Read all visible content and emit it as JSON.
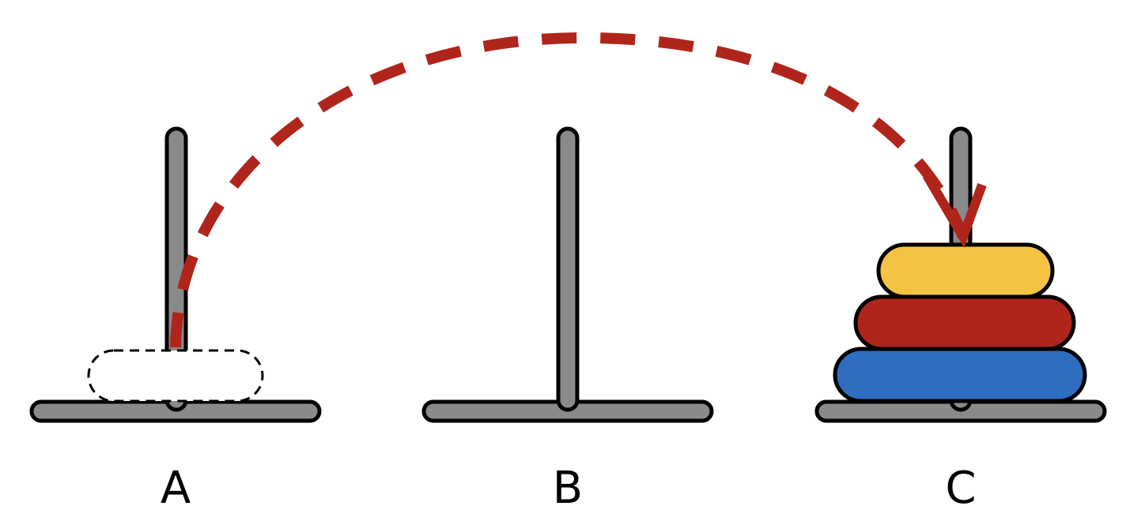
{
  "pegs": [
    {
      "id": "A",
      "label": "A",
      "disks": [],
      "ghost_disk": true
    },
    {
      "id": "B",
      "label": "B",
      "disks": []
    },
    {
      "id": "C",
      "label": "C",
      "disks": [
        "yellow",
        "red",
        "blue"
      ]
    }
  ],
  "colors": {
    "peg": "#8a8a8a",
    "outline": "#000000",
    "arrow": "#b0251b",
    "disk_yellow": "#f4c343",
    "disk_red": "#b0251b",
    "disk_blue": "#2f6dbf"
  }
}
